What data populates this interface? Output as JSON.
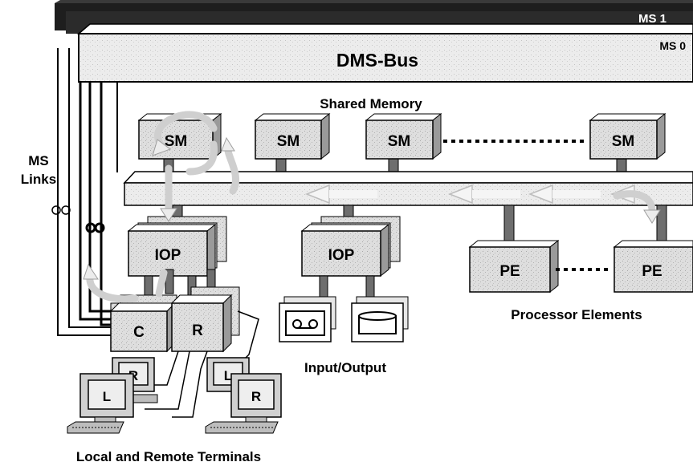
{
  "bus": {
    "ms1_label": "MS 1",
    "ms0_label": "MS 0",
    "title": "DMS-Bus"
  },
  "labels": {
    "shared_memory": "Shared Memory",
    "ms_links_line1": "MS",
    "ms_links_line2": "Links",
    "processor_elements": "Processor Elements",
    "input_output": "Input/Output",
    "terminals": "Local and Remote Terminals"
  },
  "sm_modules": [
    "SM",
    "SM",
    "SM",
    "SM"
  ],
  "iop_modules": [
    "IOP",
    "IOP"
  ],
  "pe_modules": [
    "PE",
    "PE"
  ],
  "controllers": [
    "C",
    "R"
  ],
  "terminal_screens": [
    "R",
    "L",
    "L",
    "R"
  ],
  "colors": {
    "box_fill": "#d8d8d8",
    "bus_dark": "#1e1e1e",
    "connector": "#6e6e6e",
    "arrow_flow": "#f2f2f2"
  }
}
